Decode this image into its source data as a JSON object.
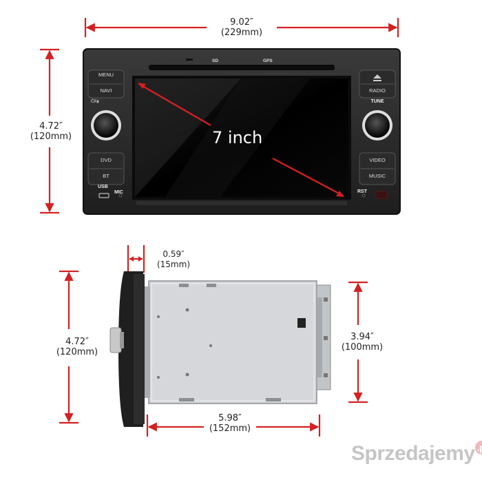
{
  "top_view": {
    "width_in": "9.02″",
    "width_mm": "(229mm)",
    "height_in": "4.72″",
    "height_mm": "(120mm)",
    "screen_label": "7 inch",
    "buttons": {
      "menu": "MENU",
      "navi": "NAVI",
      "dvd": "DVD",
      "bt": "BT",
      "radio": "RADIO",
      "video": "VIDEO",
      "music": "MUSIC",
      "power_vol": "⏻/⦿",
      "tune": "TUNE",
      "usb": "USB",
      "mic": "MIC",
      "rst": "RST",
      "sd": "SD",
      "gps": "GPS"
    }
  },
  "side_view": {
    "depth_front_in": "0.59″",
    "depth_front_mm": "(15mm)",
    "height_in": "4.72″",
    "height_mm": "(120mm)",
    "chassis_height_in": "3.94″",
    "chassis_height_mm": "(100mm)",
    "chassis_depth_in": "5.98″",
    "chassis_depth_mm": "(152mm)"
  },
  "watermark": {
    "text": "Sprzedajemy",
    "tld": ".pl"
  },
  "colors": {
    "dimension_red": "#d42020",
    "unit_body": "#2a2a2a",
    "screen": "#050505",
    "chassis": "#d5d7da"
  }
}
